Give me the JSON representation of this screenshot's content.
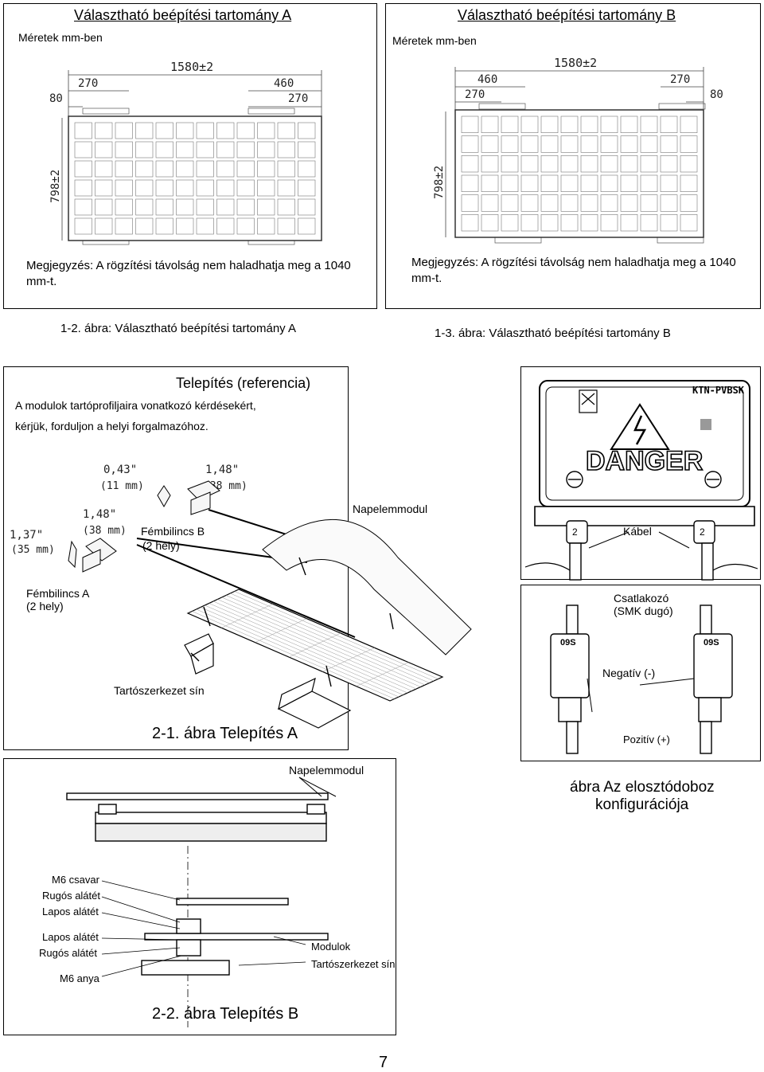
{
  "rangeA": {
    "title": "Választható beépítési tartomány  A",
    "units": "Méretek mm-ben",
    "dims": {
      "total_width": "1580±2",
      "height": "798±2",
      "left_270": "270",
      "left_80": "80",
      "right_460": "460",
      "right_270": "270"
    },
    "note_line1": "Megjegyzés: A rögzítési távolság nem haladhatja meg a 1040",
    "note_line2": "mm-t.",
    "caption": "1-2. ábra: Választható beépítési tartomány A"
  },
  "rangeB": {
    "title": "Választható beépítési tartomány  B",
    "units": "Méretek mm-ben",
    "dims": {
      "total_width": "1580±2",
      "height": "798±2",
      "left_460": "460",
      "left_270": "270",
      "right_270": "270",
      "right_80": "80"
    },
    "note_line1": "Megjegyzés: A rögzítési távolság nem haladhatja meg a 1040",
    "note_line2": "mm-t.",
    "caption": "1-3. ábra: Választható beépítési tartomány B"
  },
  "install": {
    "title": "Telepítés (referencia)",
    "intro_line1": "A modulok tartóprofiljaira vonatkozó kérdésekért,",
    "intro_line2": "kérjük, forduljon a helyi forgalmazóhoz.",
    "dim_043": "0,43\"",
    "dim_11mm": "(11  mm)",
    "dim_148_top": "1,48\"",
    "dim_38mm_top": "(38  mm)",
    "dim_148_mid": "1,48\"",
    "dim_38mm_mid": "(38  mm)",
    "dim_137": "1,37\"",
    "dim_35mm": "(35  mm)",
    "clamp_b_line1": "Fémbilincs B",
    "clamp_b_line2": "(2 hely)",
    "panel_label": "Napelemmodul",
    "clamp_a_line1": "Fémbilincs A",
    "clamp_a_line2": "(2 hely)",
    "rail_label": "Tartószerkezet sín",
    "caption": "2-1. ábra Telepítés A"
  },
  "junction": {
    "brand": "KTN-PVBSK",
    "danger": "DANGER",
    "cable_label": "Kábel",
    "connector_line1": "Csatlakozó",
    "connector_line2": "(SMK dugó)",
    "negative": "Negatív (-)",
    "positive": "Pozitív (+)",
    "caption_line1": "ábra Az elosztódoboz",
    "caption_line2": "konfigurációja"
  },
  "installB": {
    "panel_label": "Napelemmodul",
    "labels": [
      "M6 csavar",
      "Rugós alátét",
      "Lapos alátét",
      "Lapos alátét",
      "Rugós alátét",
      "M6 anya"
    ],
    "module_label": "Modulok",
    "rail_label": "Tartószerkezet sín",
    "caption": "2-2. ábra Telepítés B"
  },
  "page_number": "7"
}
